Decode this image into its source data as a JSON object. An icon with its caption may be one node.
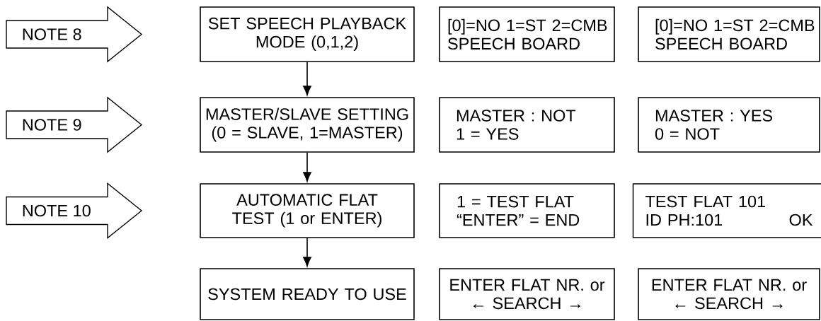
{
  "diagram": {
    "nodes": [
      {
        "text": [
          "NOTE 8"
        ]
      },
      {
        "text": [
          "SET SPEECH PLAYBACK MODE (0,1,2)"
        ]
      },
      {
        "text": [
          "[0]=NO 1=ST 2=CMB SPEECH BOARD"
        ]
      },
      {
        "text": [
          "[0]=NO 1=ST 2=CMB SPEECH BOARD"
        ]
      },
      {
        "text": [
          "NOTE 9"
        ]
      },
      {
        "text": [
          "MASTER/SLAVE SETTING (0 = SLAVE, 1=MASTER)"
        ]
      },
      {
        "text": [
          "MASTER : NOT 1 = YES"
        ]
      },
      {
        "text": [
          "MASTER : YES 0 = NOT"
        ]
      },
      {
        "text": [
          "NOTE 10"
        ]
      },
      {
        "text": [
          "AUTOMATIC FLAT TEST (1 or ENTER)"
        ]
      },
      {
        "text": [
          "1 = TEST FLAT “ENTER” = END"
        ]
      },
      {
        "text": [
          "TEST FLAT 101 ID PH:101",
          "OK"
        ]
      },
      {
        "text": [
          "SYSTEM READY TO USE"
        ]
      },
      {
        "text": [
          "ENTER FLAT NR. or ← SEARCH →"
        ]
      },
      {
        "text": [
          "ENTER FLAT NR. or ← SEARCH →"
        ]
      }
    ],
    "edges": [
      {
        "from": 1,
        "to": 5,
        "arrow": "to"
      },
      {
        "from": 5,
        "to": 9,
        "arrow": "to"
      },
      {
        "from": 9,
        "to": 12,
        "arrow": "to"
      }
    ]
  }
}
